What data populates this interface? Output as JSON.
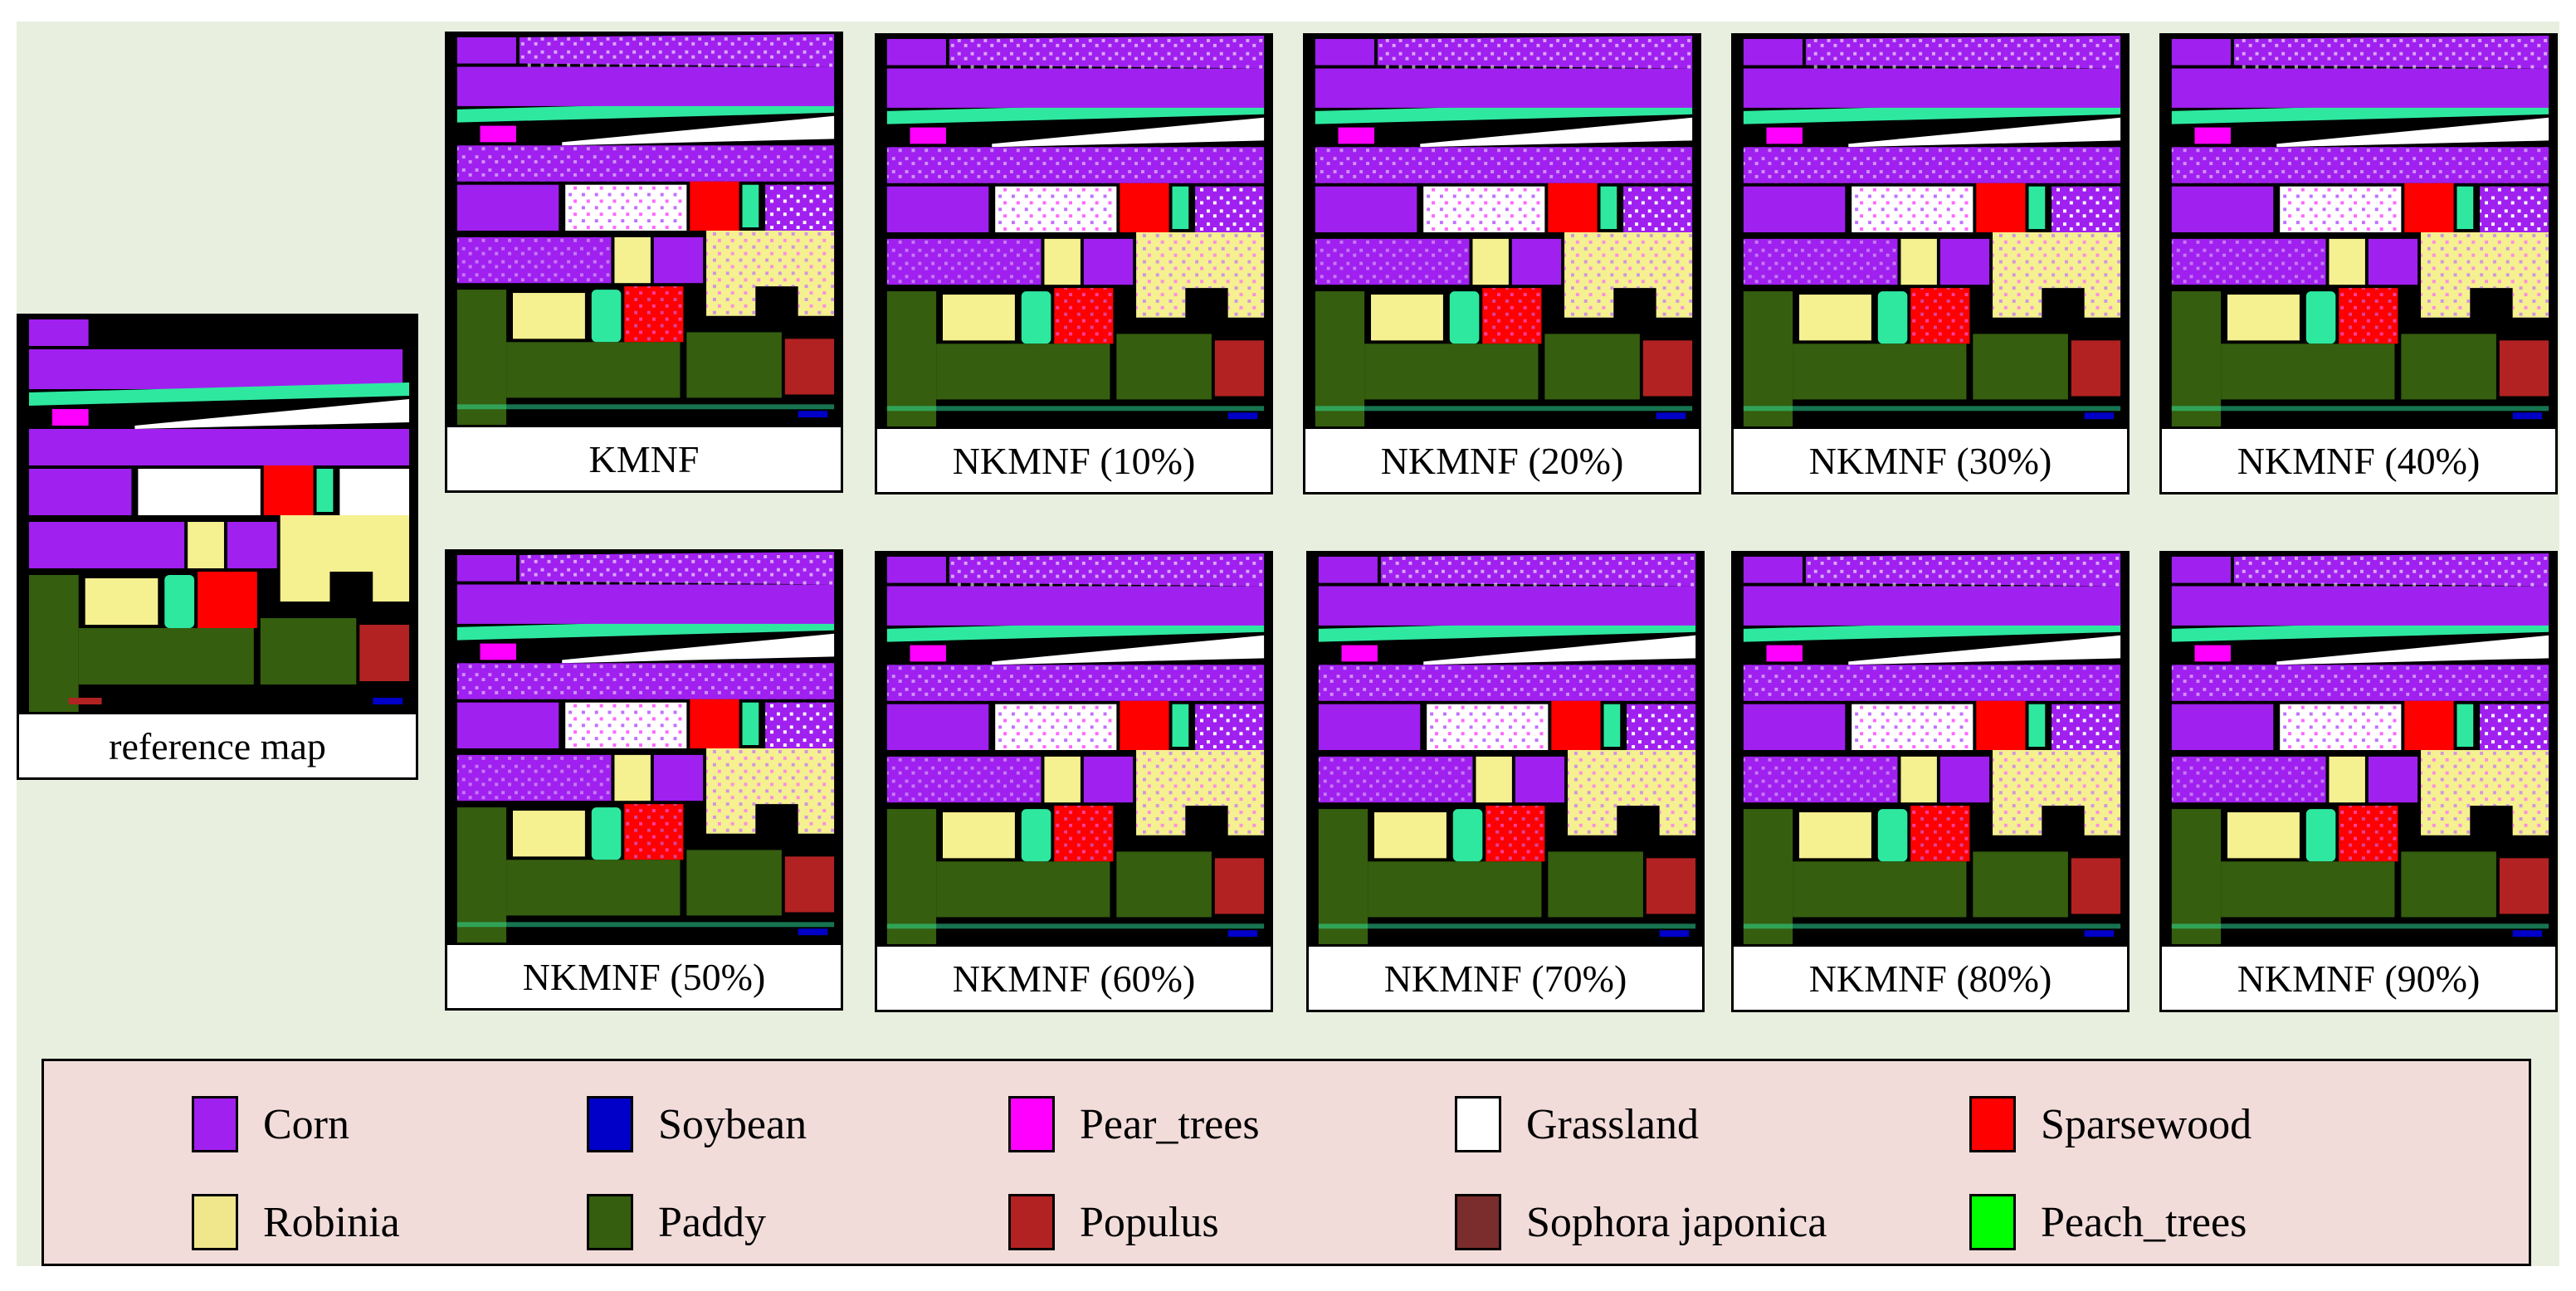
{
  "maps": [
    {
      "id": "reference",
      "caption": "reference map"
    },
    {
      "id": "kmnf",
      "caption": "KMNF"
    },
    {
      "id": "nk10",
      "caption": "NKMNF (10%)"
    },
    {
      "id": "nk20",
      "caption": "NKMNF (20%)"
    },
    {
      "id": "nk30",
      "caption": "NKMNF (30%)"
    },
    {
      "id": "nk40",
      "caption": "NKMNF (40%)"
    },
    {
      "id": "nk50",
      "caption": "NKMNF (50%)"
    },
    {
      "id": "nk60",
      "caption": "NKMNF (60%)"
    },
    {
      "id": "nk70",
      "caption": "NKMNF (70%)"
    },
    {
      "id": "nk80",
      "caption": "NKMNF (80%)"
    },
    {
      "id": "nk90",
      "caption": "NKMNF (90%)"
    }
  ],
  "legend": [
    {
      "label": "Corn",
      "color": "#a020f0"
    },
    {
      "label": "Soybean",
      "color": "#0000c8"
    },
    {
      "label": "Pear_trees",
      "color": "#ff00ff"
    },
    {
      "label": "Grassland",
      "color": "#ffffff"
    },
    {
      "label": "Sparsewood",
      "color": "#ff0000"
    },
    {
      "label": "Robinia",
      "color": "#f0e68c"
    },
    {
      "label": "Paddy",
      "color": "#355e0f"
    },
    {
      "label": "Populus",
      "color": "#b22222"
    },
    {
      "label": "Sophora japonica",
      "color": "#7b2c2c"
    },
    {
      "label": "Peach_trees",
      "color": "#00ff00"
    }
  ]
}
